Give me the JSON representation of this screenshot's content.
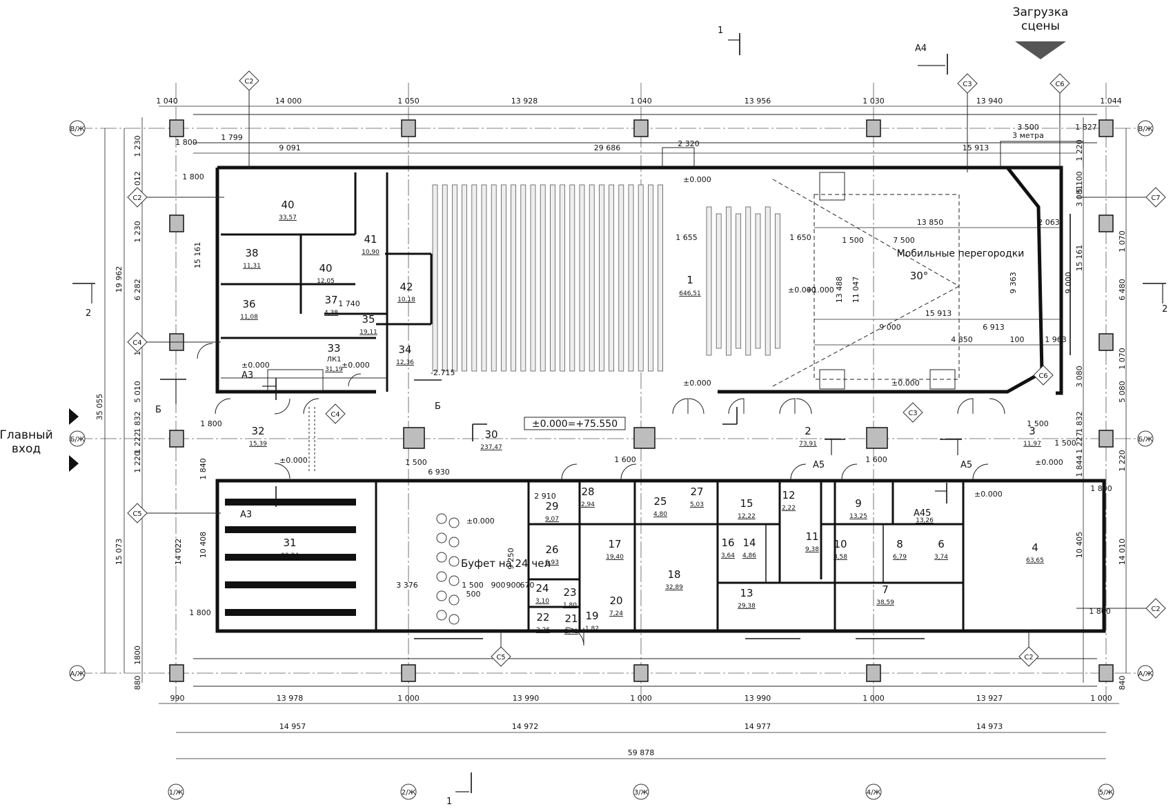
{
  "labels": {
    "stage_loading": [
      "Загрузка",
      "сцены"
    ],
    "main_entrance": [
      "Главный",
      "вход"
    ],
    "level_mark": "±0.000=+75.550",
    "mobile_partitions": "Мобильные перегородки",
    "buffet": "Буфет на 24 чел",
    "lk": "ЛК1",
    "angle": "30°",
    "stage_note": "3 метра"
  },
  "axes": {
    "columns": [
      "1/Ж",
      "2/Ж",
      "3/Ж",
      "4/Ж",
      "5/Ж"
    ],
    "rows": [
      "В/Ж",
      "Б/Ж",
      "А/Ж"
    ]
  },
  "section_marks": [
    "1",
    "1",
    "2",
    "2",
    "А4",
    "А5",
    "А5",
    "А3",
    "А3",
    "А45",
    "Б",
    "Б"
  ],
  "node_marks": [
    "С2",
    "С2",
    "С3",
    "С3",
    "С6",
    "С6",
    "С7",
    "С4",
    "С4",
    "С5",
    "С5",
    "С2",
    "С2"
  ],
  "rooms": [
    {
      "n": "1",
      "a": "646,51"
    },
    {
      "n": "2",
      "a": "73,91"
    },
    {
      "n": "3",
      "a": "11,97"
    },
    {
      "n": "4",
      "a": "63,65"
    },
    {
      "n": "6",
      "a": "3,74"
    },
    {
      "n": "7",
      "a": "38,59"
    },
    {
      "n": "8",
      "a": "6,79"
    },
    {
      "n": "9",
      "a": "13,25"
    },
    {
      "n": "10",
      "a": "3,58"
    },
    {
      "n": "11",
      "a": "9,38"
    },
    {
      "n": "12",
      "a": "2,22"
    },
    {
      "n": "13",
      "a": "29,38"
    },
    {
      "n": "14",
      "a": "4,86"
    },
    {
      "n": "15",
      "a": "12,22"
    },
    {
      "n": "16",
      "a": "3,64"
    },
    {
      "n": "17",
      "a": "19,40"
    },
    {
      "n": "18",
      "a": "32,89"
    },
    {
      "n": "19",
      "a": "1,82"
    },
    {
      "n": "20",
      "a": "7,24"
    },
    {
      "n": "21",
      "a": "2,41"
    },
    {
      "n": "22",
      "a": "2,26"
    },
    {
      "n": "23",
      "a": "1,80"
    },
    {
      "n": "24",
      "a": "3,10"
    },
    {
      "n": "25",
      "a": "4,80"
    },
    {
      "n": "26",
      "a": "6,93"
    },
    {
      "n": "27",
      "a": "5,03"
    },
    {
      "n": "28",
      "a": "2,94"
    },
    {
      "n": "29",
      "a": "9,07"
    },
    {
      "n": "30",
      "a": "237,47"
    },
    {
      "n": "31",
      "a": "93,34"
    },
    {
      "n": "32",
      "a": "15,39"
    },
    {
      "n": "33",
      "a": "31,19"
    },
    {
      "n": "34",
      "a": "12,36"
    },
    {
      "n": "35",
      "a": "19,11"
    },
    {
      "n": "36",
      "a": "11,08"
    },
    {
      "n": "37",
      "a": "4,38"
    },
    {
      "n": "38",
      "a": "11,31"
    },
    {
      "n": "40",
      "a": "33,57"
    },
    {
      "n": "40",
      "a": "12,05"
    },
    {
      "n": "41",
      "a": "10,90"
    },
    {
      "n": "42",
      "a": "10,18"
    },
    {
      "n": "",
      "a": "13,26"
    }
  ],
  "dims": {
    "top": [
      "1 040",
      "14 000",
      "1 050",
      "13 928",
      "1 040",
      "13 956",
      "1 030",
      "13 940",
      "1 044"
    ],
    "top2": [
      "1 799",
      "9 091",
      "29 686",
      "15 913",
      "2 320",
      "3 500",
      "1 827"
    ],
    "bottom1": [
      "990",
      "13 978",
      "1 000",
      "13 990",
      "1 000",
      "13 990",
      "1 000",
      "13 927",
      "1 000"
    ],
    "bottom2": [
      "14 957",
      "14 972",
      "14 977",
      "14 973"
    ],
    "bottom3": "59 878",
    "left": [
      "1 230",
      "5 012",
      "1 230",
      "6 282",
      "1 220",
      "5 010",
      "1 832",
      "1 222",
      "1 220",
      "1 840",
      "10 408",
      "1 800",
      "1800",
      "880"
    ],
    "left_total": [
      "19 962",
      "15 073",
      "35 055",
      "15 161",
      "14 022"
    ],
    "right": [
      "1 220",
      "5 100",
      "1 070",
      "6 480",
      "1 070",
      "5 080",
      "1 832",
      "1 227",
      "1 220",
      "1 844",
      "10 405",
      "1 800",
      "840"
    ],
    "right_total": [
      "15 161",
      "14 010"
    ],
    "inner": [
      "1 800",
      "1 800",
      "1 655",
      "1 650",
      "1 500",
      "7 500",
      "13 850",
      "2 063",
      "13 488",
      "11 047",
      "9 363",
      "9 000",
      "15 913",
      "9 000",
      "6 913",
      "4 850",
      "100",
      "1 963",
      "1 740",
      "1 500",
      "6 930",
      "2 910",
      "9 250",
      "3 376",
      "1 500",
      "900",
      "900",
      "670",
      "500",
      "1 600",
      "1 600",
      "1 500",
      "1 800",
      "1 800",
      "1 500",
      "3 081",
      "3 080"
    ],
    "levels": [
      "±0.000",
      "±0.000",
      "±0.000",
      "±0.000",
      "±0.000",
      "±0.000",
      "±0.000",
      "±0.000",
      "±0.000",
      "±0.000",
      "+1.000",
      "-2.715"
    ]
  }
}
